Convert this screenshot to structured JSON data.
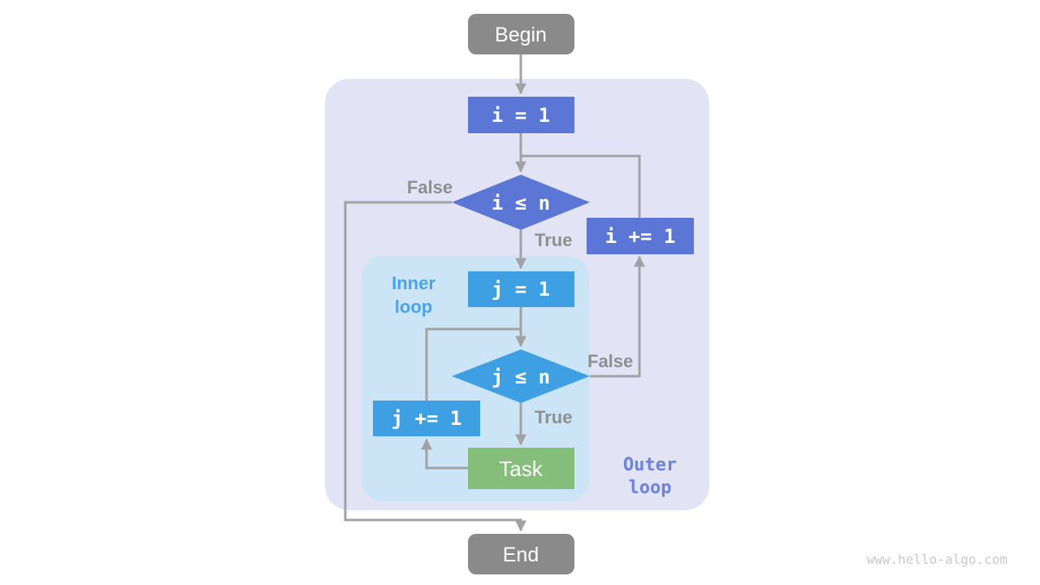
{
  "diagram": {
    "type": "flowchart",
    "nodes": {
      "begin": "Begin",
      "init_i": "i = 1",
      "cond_i": "i ≤ n",
      "inc_i": "i += 1",
      "init_j": "j = 1",
      "cond_j": "j ≤ n",
      "inc_j": "j += 1",
      "task": "Task",
      "end": "End"
    },
    "edge_labels": {
      "outer_false": "False",
      "outer_true": "True",
      "inner_false": "False",
      "inner_true": "True"
    },
    "region_labels": {
      "inner_line1": "Inner",
      "inner_line2": "loop",
      "outer_line1": "Outer",
      "outer_line2": "loop"
    },
    "colors": {
      "outer_region_bg": "#E2E4F6",
      "inner_region_bg": "#CBE4F6",
      "terminal_node": "#8A8A8A",
      "outer_loop_node": "#5C76D6",
      "inner_loop_node": "#3EA0E2",
      "task_node": "#85BD7A",
      "edge_stroke": "#A2A2A4",
      "edge_label_text": "#8F8F91",
      "inner_label_text": "#49A3E8",
      "outer_label_text": "#6D82DC",
      "node_text": "#FFFFFF",
      "watermark_text": "#C9C9C9"
    }
  },
  "watermark": "www.hello-algo.com"
}
